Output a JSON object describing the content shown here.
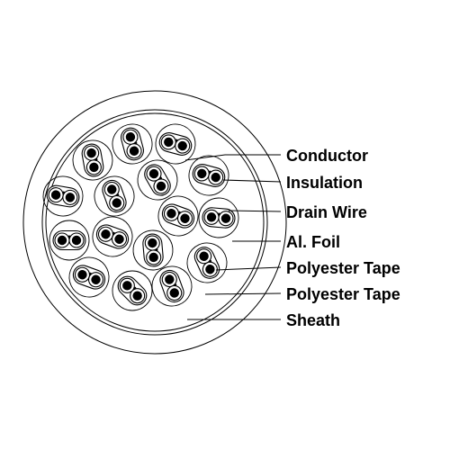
{
  "labels": {
    "conductor": "Conductor",
    "insulation": "Insulation",
    "drain_wire": "Drain Wire",
    "al_foil": "Al. Foil",
    "polyester_tape_1": "Polyester Tape",
    "polyester_tape_2": "Polyester Tape",
    "sheath": "Sheath"
  },
  "colors": {
    "line": "#000000",
    "fill": "#ffffff",
    "conductor": "#000000"
  }
}
